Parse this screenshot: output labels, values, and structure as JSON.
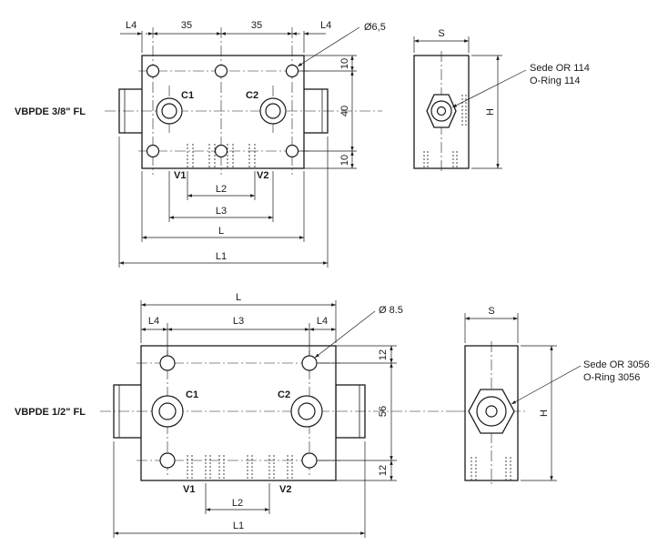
{
  "diagram": {
    "top": {
      "model": "VBPDE 3/8\" FL",
      "hole_diameter": "Ø6,5",
      "port_c1": "C1",
      "port_c2": "C2",
      "port_v1": "V1",
      "port_v2": "V2",
      "dim_l4_left": "L4",
      "dim_35_left": "35",
      "dim_35_right": "35",
      "dim_l4_right": "L4",
      "dim_10_top": "10",
      "dim_40": "40",
      "dim_10_bottom": "10",
      "dim_l2": "L2",
      "dim_l3": "L3",
      "dim_l": "L",
      "dim_l1": "L1",
      "side_s": "S",
      "side_h": "H",
      "seal_line1": "Sede OR 114",
      "seal_line2": "O-Ring 114"
    },
    "bottom": {
      "model": "VBPDE 1/2\" FL",
      "hole_diameter": "Ø 8.5",
      "port_c1": "C1",
      "port_c2": "C2",
      "port_v1": "V1",
      "port_v2": "V2",
      "dim_l": "L",
      "dim_l4_left": "L4",
      "dim_l3": "L3",
      "dim_l4_right": "L4",
      "dim_12_top": "12",
      "dim_56": "56",
      "dim_12_bottom": "12",
      "dim_l2": "L2",
      "dim_l1": "L1",
      "side_s": "S",
      "side_h": "H",
      "seal_line1": "Sede OR 3056",
      "seal_line2": "O-Ring 3056"
    }
  }
}
